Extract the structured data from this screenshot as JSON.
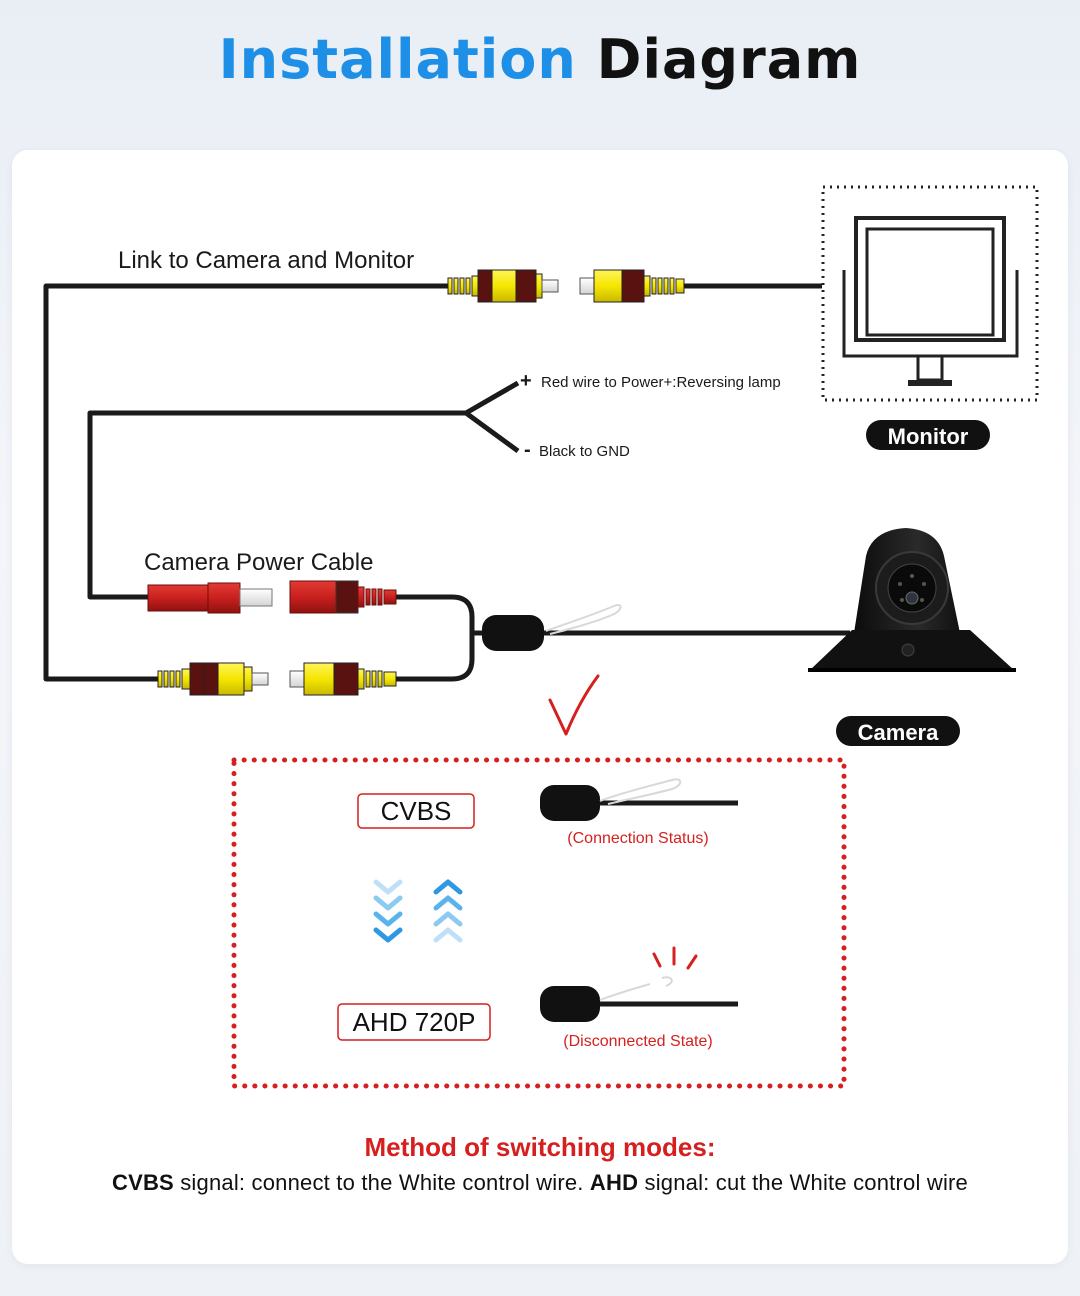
{
  "title": {
    "part1": "Installation",
    "part2": "Diagram"
  },
  "labels": {
    "link": "Link to Camera and Monitor",
    "red_wire": "Red wire to Power+:Reversing lamp",
    "black_wire": "Black to GND",
    "power_cable": "Camera Power Cable",
    "monitor": "Monitor",
    "camera": "Camera"
  },
  "modes": {
    "cvbs": "CVBS",
    "cvbs_state": "(Connection Status)",
    "ahd": "AHD 720P",
    "ahd_state": "(Disconnected State)"
  },
  "method": {
    "heading": "Method of switching modes:",
    "part1_bold": "CVBS",
    "part2": " signal: connect to the White control wire. ",
    "part3_bold": "AHD",
    "part4": " signal: cut the White control wire"
  },
  "colors": {
    "title_blue": "#1e8fe6",
    "accent_red": "#d61f1f",
    "connector_yellow": "#f5e600",
    "connector_red": "#c8201e",
    "arrow_blue": "#3aa0e8"
  }
}
